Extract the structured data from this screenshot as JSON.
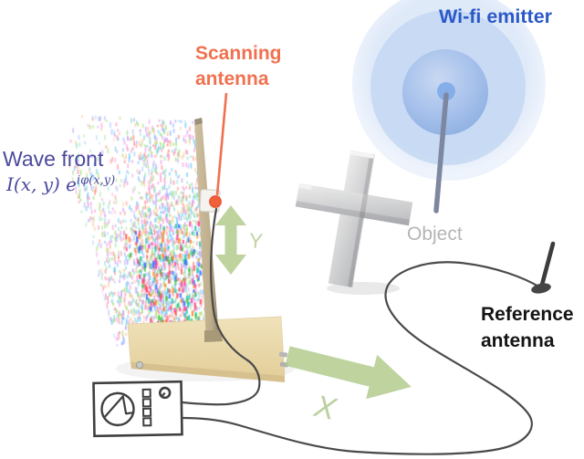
{
  "figure": {
    "background": "#ffffff",
    "labels": {
      "wifi_emitter": {
        "text": "Wi-fi emitter",
        "color": "#2b59c9"
      },
      "scanning_antenna": {
        "line1": "Scanning",
        "line2": "antenna",
        "color": "#f0714f"
      },
      "wave_front": {
        "title": "Wave front",
        "formula_prefix": "I(x, y) e",
        "formula_sup": "iφ(x,y)",
        "color": "#4b4a9e"
      },
      "object": {
        "text": "Object",
        "color": "#b5b5b5"
      },
      "reference_antenna": {
        "line1": "Reference",
        "line2": "antenna",
        "color": "#141414"
      },
      "axis_x": {
        "text": "X",
        "color": "#bdd0a0"
      },
      "axis_y": {
        "text": "Y",
        "color": "#c3d4a4"
      }
    },
    "colors": {
      "arrow_green": "#b1c98a",
      "antenna_dot_orange": "#f2603a",
      "pointer_line_orange": "#f0714f",
      "pole_tan": "#c7b795",
      "plate_tan": "#ecdcae",
      "cable_gray": "#4a4a4a",
      "cross_gray": "#cfcfcf",
      "sphere_blue_outer": "#dce8f8",
      "sphere_blue_mid": "#c6d8f3",
      "sphere_blue_inner": "#a9c3ec",
      "sphere_blue_core": "#7fabe8",
      "wifi_rod_blue_gray": "#7e87a0",
      "reference_antenna_dark": "#3c3c3c"
    },
    "speckle_palette": [
      "#ff9ec6",
      "#9fe09f",
      "#9fc2ff",
      "#c49fff",
      "#ff8f8f",
      "#ffc99f",
      "#8fdcd6",
      "#ef9fef",
      "#a4e06a",
      "#6fc8ff"
    ],
    "speckle_strong_palette": [
      "#ff5050",
      "#3ec03e",
      "#4070ff",
      "#ff40a0",
      "#ff8c2a",
      "#20c8b4"
    ],
    "icons": {
      "instrument": "network-analyzer-icon",
      "screen": "oscilloscope-screen-icon",
      "waveform": "waveform-icon",
      "buttons": "button-column-icon",
      "knob": "knob-icon"
    }
  }
}
